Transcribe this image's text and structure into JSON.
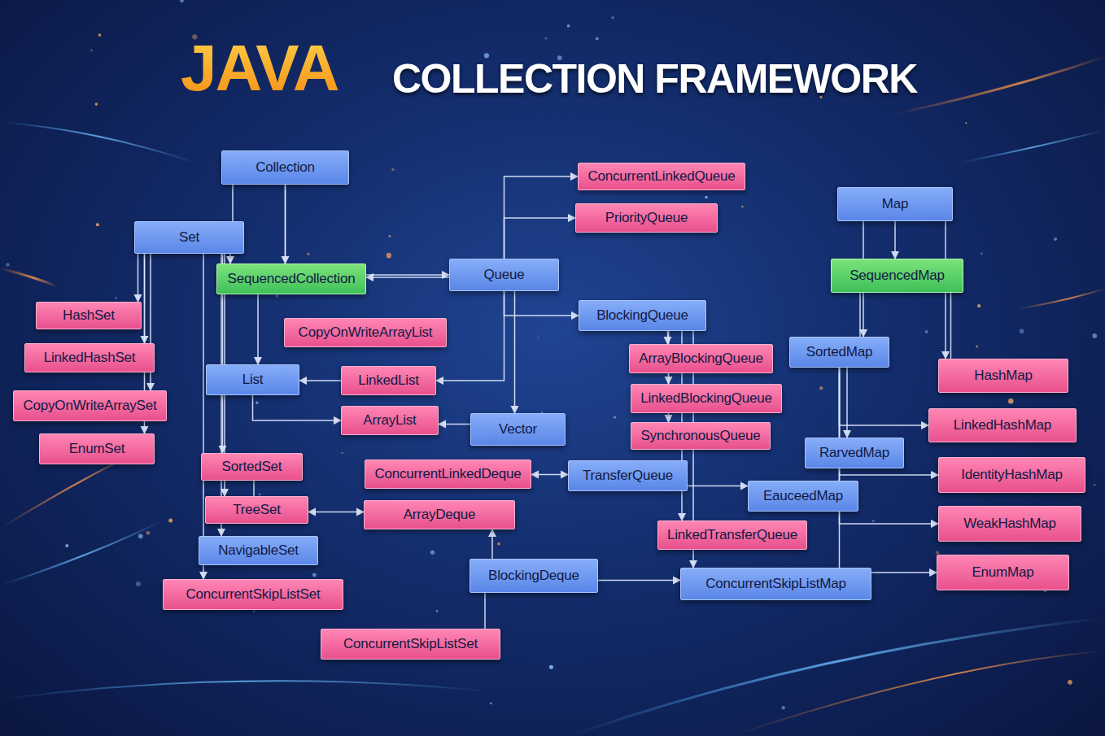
{
  "diagram": {
    "title": "JAVA",
    "nodes": [
      {
        "text": [
          "Collection"
        ]
      },
      {
        "text": [
          "Set"
        ]
      },
      {
        "text": [
          "SequencedCollection"
        ]
      },
      {
        "text": [
          "Queue"
        ]
      },
      {
        "text": [
          "ConcurrentLinkedQueue"
        ]
      },
      {
        "text": [
          "PriorityQueue"
        ]
      },
      {
        "text": [
          "HashSet"
        ]
      },
      {
        "text": [
          "LinkedHashSet"
        ]
      },
      {
        "text": [
          "CopyOnWriteArraySet"
        ]
      },
      {
        "text": [
          "EnumSet"
        ]
      },
      {
        "text": [
          "List"
        ]
      },
      {
        "text": [
          "CopyOnWriteArrayList"
        ]
      },
      {
        "text": [
          "LinkedList"
        ]
      },
      {
        "text": [
          "ArrayList"
        ]
      },
      {
        "text": [
          "Vector"
        ]
      },
      {
        "text": [
          "BlockingQueue"
        ]
      },
      {
        "text": [
          "ArrayBlockingQueue"
        ]
      },
      {
        "text": [
          "LinkedBlockingQueue"
        ]
      },
      {
        "text": [
          "SynchronousQueue"
        ]
      },
      {
        "text": [
          "SortedSet"
        ]
      },
      {
        "text": [
          "TreeSet"
        ]
      },
      {
        "text": [
          "NavigableSet"
        ]
      },
      {
        "text": [
          "ConcurrentSkipListSet"
        ]
      },
      {
        "text": [
          "ConcurrentLinkedDeque"
        ]
      },
      {
        "text": [
          "ArrayDeque"
        ]
      },
      {
        "text": [
          "TransferQueue"
        ]
      },
      {
        "text": [
          "LinkedTransferQueue"
        ]
      },
      {
        "text": [
          "BlockingDeque"
        ]
      },
      {
        "text": [
          "ConcurrentSkipListMap"
        ]
      },
      {
        "text": [
          "ConcurrentSkipListSet"
        ]
      },
      {
        "text": [
          "Map"
        ]
      },
      {
        "text": [
          "SequencedMap"
        ]
      },
      {
        "text": [
          "SortedMap"
        ]
      },
      {
        "text": [
          "RarvedMap"
        ]
      },
      {
        "text": [
          "EauceedMap"
        ]
      },
      {
        "text": [
          "HashMap"
        ]
      },
      {
        "text": [
          "LinkedHashMap"
        ]
      },
      {
        "text": [
          "IdentityHashMap"
        ]
      },
      {
        "text": [
          "WeakHashMap"
        ]
      },
      {
        "text": [
          "EnumMap"
        ]
      }
    ],
    "edges": [
      {
        "from": 0,
        "to": 1,
        "arrow": "none"
      },
      {
        "from": 0,
        "to": 2,
        "arrow": "to"
      },
      {
        "from": 0,
        "to": 3,
        "arrow": "to"
      },
      {
        "from": 1,
        "to": 6,
        "arrow": "to"
      },
      {
        "from": 1,
        "to": 7,
        "arrow": "to"
      },
      {
        "from": 1,
        "to": 8,
        "arrow": "to"
      },
      {
        "from": 1,
        "to": 9,
        "arrow": "to"
      },
      {
        "from": 1,
        "to": 2,
        "arrow": "to"
      },
      {
        "from": 1,
        "to": 19,
        "arrow": "to"
      },
      {
        "from": 1,
        "to": 20,
        "arrow": "to"
      },
      {
        "from": 1,
        "to": 21,
        "arrow": "to"
      },
      {
        "from": 1,
        "to": 22,
        "arrow": "to"
      },
      {
        "from": 2,
        "to": 10,
        "arrow": "to"
      },
      {
        "from": 12,
        "to": 10,
        "arrow": "to"
      },
      {
        "from": 10,
        "to": 13,
        "arrow": "to"
      },
      {
        "from": 3,
        "to": 2,
        "arrow": "to"
      },
      {
        "from": 3,
        "to": 12,
        "arrow": "to"
      },
      {
        "from": 3,
        "to": 14,
        "arrow": "to"
      },
      {
        "from": 14,
        "to": 13,
        "arrow": "to"
      },
      {
        "from": 3,
        "to": 4,
        "arrow": "to"
      },
      {
        "from": 3,
        "to": 5,
        "arrow": "to"
      },
      {
        "from": 3,
        "to": 15,
        "arrow": "to"
      },
      {
        "from": 15,
        "to": 16,
        "arrow": "to"
      },
      {
        "from": 15,
        "to": 17,
        "arrow": "to"
      },
      {
        "from": 15,
        "to": 18,
        "arrow": "to"
      },
      {
        "from": 15,
        "to": 26,
        "arrow": "to"
      },
      {
        "from": 15,
        "to": 28,
        "arrow": "to"
      },
      {
        "from": 19,
        "to": 20,
        "arrow": "none"
      },
      {
        "from": 25,
        "to": 23,
        "arrow": "both"
      },
      {
        "from": 25,
        "to": 34,
        "arrow": "to"
      },
      {
        "from": 20,
        "to": 24,
        "arrow": "both"
      },
      {
        "from": 27,
        "to": 24,
        "arrow": "to"
      },
      {
        "from": 27,
        "to": 29,
        "arrow": "none"
      },
      {
        "from": 27,
        "to": 28,
        "arrow": "to"
      },
      {
        "from": 30,
        "to": 31,
        "arrow": "to"
      },
      {
        "from": 30,
        "to": 32,
        "arrow": "to"
      },
      {
        "from": 30,
        "to": 35,
        "arrow": "to"
      },
      {
        "from": 31,
        "to": 32,
        "arrow": "none"
      },
      {
        "from": 31,
        "to": 35,
        "arrow": "none"
      },
      {
        "from": 32,
        "to": 33,
        "arrow": "to"
      },
      {
        "from": 32,
        "to": 36,
        "arrow": "to"
      },
      {
        "from": 32,
        "to": 37,
        "arrow": "to"
      },
      {
        "from": 32,
        "to": 38,
        "arrow": "to"
      },
      {
        "from": 32,
        "to": 39,
        "arrow": "to"
      }
    ],
    "labels": [
      "COLLECTION FRAMEWORK"
    ]
  }
}
